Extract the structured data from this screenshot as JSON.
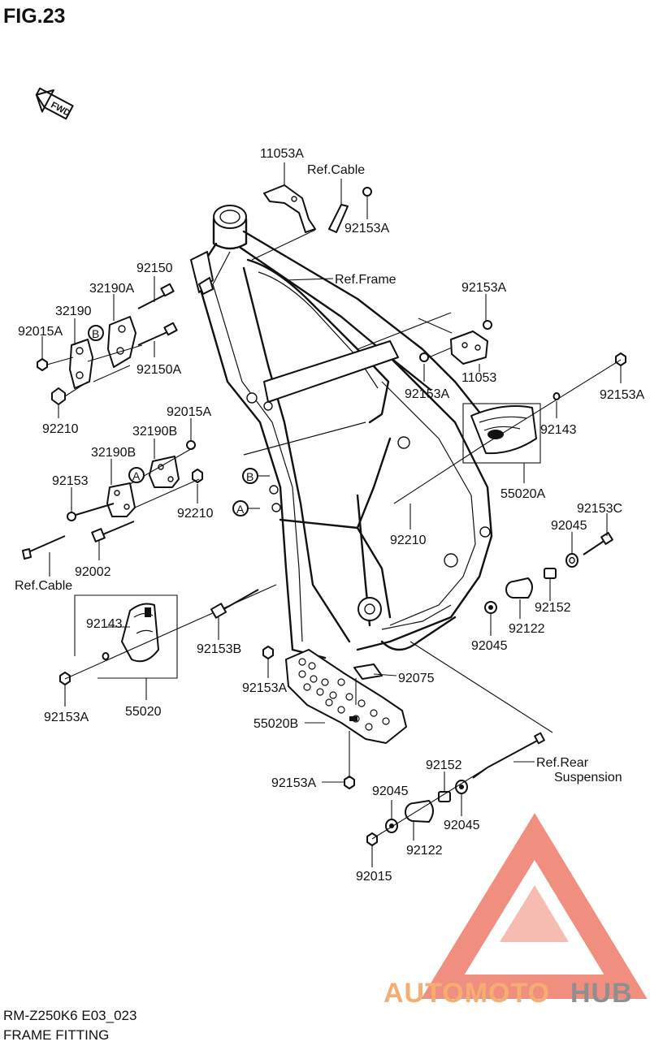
{
  "figure": {
    "title": "FIG.23",
    "fwd_label": "FWD",
    "model_code": "RM-Z250K6 E03_023",
    "section_name": "FRAME FITTING"
  },
  "watermark": {
    "text_part1": "AUTOMOTO",
    "text_part2": "HUB",
    "color_main": "#f08a7a",
    "color_light": "#f6b9ad",
    "color_hub": "#8a8a8a"
  },
  "callouts": {
    "c_11053A": "11053A",
    "c_ref_cable_top": "Ref.Cable",
    "c_92153A_top": "92153A",
    "c_ref_frame": "Ref.Frame",
    "c_92150": "92150",
    "c_32190A": "32190A",
    "c_32190": "32190",
    "c_92015A_left": "92015A",
    "c_92150A": "92150A",
    "c_92210_left": "92210",
    "c_92153A_upper_right": "92153A",
    "c_92153A_mid": "92153A",
    "c_11053": "11053",
    "c_92153A_far_right": "92153A",
    "c_92143_right": "92143",
    "c_55020A": "55020A",
    "c_92015A_mid": "92015A",
    "c_32190B_top": "32190B",
    "c_32190B_left": "32190B",
    "c_92153": "92153",
    "c_92210_mid": "92210",
    "c_92002": "92002",
    "c_ref_cable_left": "Ref.Cable",
    "c_92210_center": "92210",
    "c_92153C": "92153C",
    "c_92045_right": "92045",
    "c_92152_right": "92152",
    "c_92122_right": "92122",
    "c_92045_mid": "92045",
    "c_92143_left": "92143",
    "c_92153B": "92153B",
    "c_55020": "55020",
    "c_92153A_left_bottom": "92153A",
    "c_92153A_plate": "92153A",
    "c_92075": "92075",
    "c_55020B": "55020B",
    "c_92152_bottom": "92152",
    "c_ref_rear_1": "Ref.Rear",
    "c_ref_rear_2": "Suspension",
    "c_92153A_bottom": "92153A",
    "c_92045_bottom_left": "92045",
    "c_92045_bottom_right": "92045",
    "c_92122_bottom": "92122",
    "c_92015": "92015"
  },
  "circle_markers": {
    "marker_A": "A",
    "marker_B": "B"
  }
}
